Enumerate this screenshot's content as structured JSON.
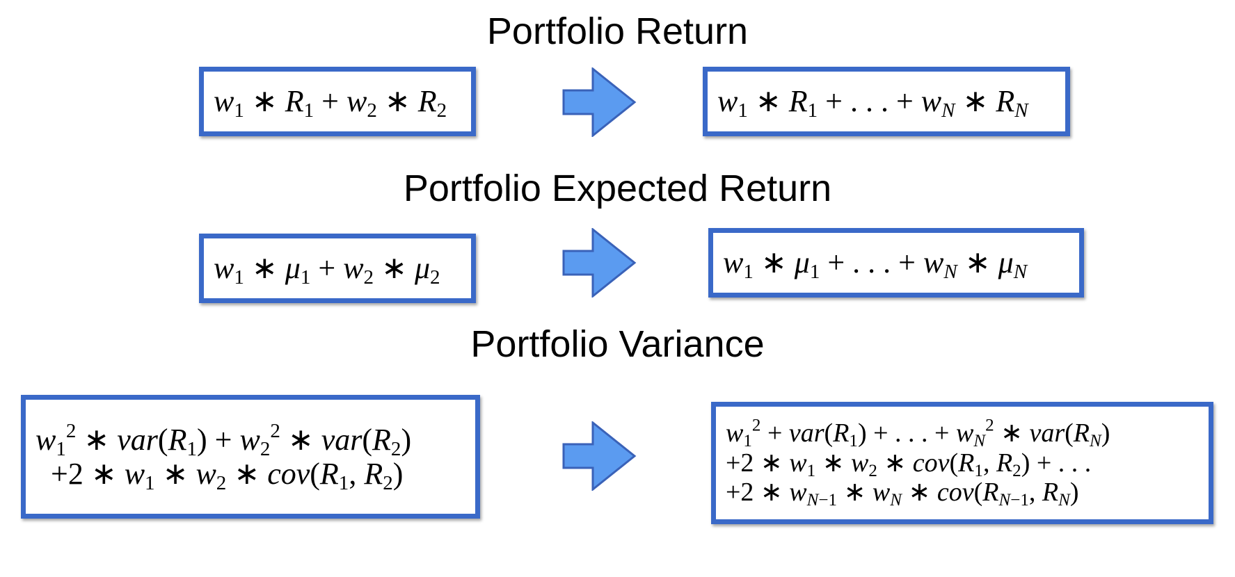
{
  "sections": [
    {
      "title": "Portfolio Return",
      "left_formula": [
        "<i>w</i><sub>1</sub> ∗ <i>R</i><sub>1</sub> + <i>w</i><sub>2</sub> ∗ <i>R</i><sub>2</sub>"
      ],
      "right_formula": [
        "<i>w</i><sub>1</sub> ∗ <i>R</i><sub>1</sub> + . . . + <i>w</i><sub><i>N</i></sub> ∗ <i>R</i><sub><i>N</i></sub>"
      ]
    },
    {
      "title": "Portfolio Expected Return",
      "left_formula": [
        "<i>w</i><sub>1</sub> ∗ <i>μ</i><sub>1</sub> + <i>w</i><sub>2</sub> ∗ <i>μ</i><sub>2</sub>"
      ],
      "right_formula": [
        "<i>w</i><sub>1</sub> ∗ <i>μ</i><sub>1</sub> + . . . + <i>w</i><sub><i>N</i></sub> ∗ <i>μ</i><sub><i>N</i></sub>"
      ]
    },
    {
      "title": "Portfolio Variance",
      "left_formula": [
        "<i>w</i><sub>1</sub><sup>2</sup> ∗ <i>var</i>(<i>R</i><sub>1</sub>) + <i>w</i><sub>2</sub><sup>2</sup> ∗ <i>var</i>(<i>R</i><sub>2</sub>)",
        "&nbsp;&nbsp;+2 ∗ <i>w</i><sub>1</sub> ∗ <i>w</i><sub>2</sub> ∗ <i>cov</i>(<i>R</i><sub>1</sub>, <i>R</i><sub>2</sub>)"
      ],
      "right_formula": [
        "<i>w</i><sub>1</sub><sup>2</sup> + <i>var</i>(<i>R</i><sub>1</sub>) + . . . + <i>w</i><sub><i>N</i></sub><sup>2</sup> ∗ <i>var</i>(<i>R</i><sub><i>N</i></sub>)",
        "+2 ∗ <i>w</i><sub>1</sub> ∗ <i>w</i><sub>2</sub> ∗ <i>cov</i>(<i>R</i><sub>1</sub>, <i>R</i><sub>2</sub>) + . . .",
        "+2 ∗ <i>w</i><sub><i>N</i>−1</sub> ∗ <i>w</i><sub><i>N</i></sub> ∗ <i>cov</i>(<i>R</i><sub><i>N</i>−1</sub>, <i>R</i><sub><i>N</i></sub>)"
      ]
    }
  ],
  "colors": {
    "box_border": "#3a69c8",
    "arrow_fill": "#5b9bf0",
    "arrow_stroke": "#3a62b8"
  },
  "icons": [
    "right-arrow-icon"
  ]
}
